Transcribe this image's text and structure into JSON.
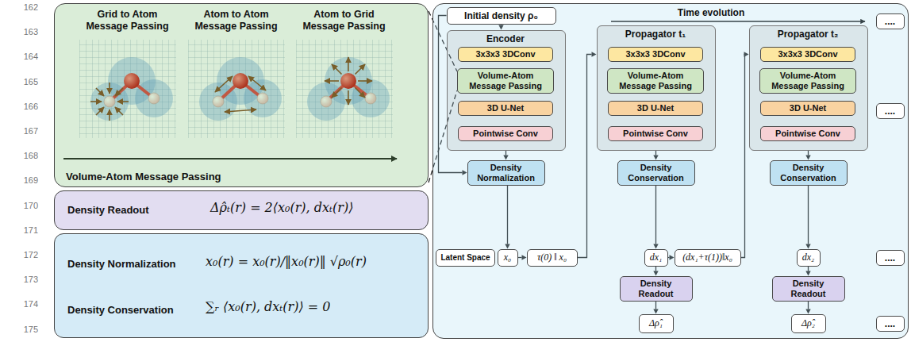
{
  "diagram": {
    "nodes": [
      {
        "text": [
          "Grid to Atom Message Passing",
          "Atom to Atom Message Passing",
          "Atom to Grid Message Passing",
          "Volume-Atom Message Passing"
        ]
      },
      {
        "text": [
          "Density Readout",
          "Δρ̂ₜ(r) = 2⟨x₀(r), dxₜ(r)⟩"
        ]
      },
      {
        "text": [
          "Density Normalization",
          "x₀(r) = x₀(r)/‖x₀(r)‖ √ρ₀(r)",
          "Density Conservation",
          "∑ᵣ ⟨x₀(r), dxₜ(r)⟩ = 0"
        ]
      },
      {
        "text": [
          "Time evolution"
        ]
      },
      {
        "text": [
          "Initial density ρ₀"
        ],
        "in": 3
      },
      {
        "text": [
          "Encoder"
        ],
        "in": 3
      },
      {
        "text": [
          "3x3x3 3DConv"
        ],
        "in": 5
      },
      {
        "text": [
          "Volume-Atom Message Passing"
        ],
        "in": 5
      },
      {
        "text": [
          "3D U-Net"
        ],
        "in": 5
      },
      {
        "text": [
          "Pointwise Conv"
        ],
        "in": 5
      },
      {
        "text": [
          "Density Normalization"
        ],
        "in": 3
      },
      {
        "text": [
          "Propagator t₁"
        ],
        "in": 3
      },
      {
        "text": [
          "3x3x3 3DConv"
        ],
        "in": 11
      },
      {
        "text": [
          "Volume-Atom Message Passing"
        ],
        "in": 11
      },
      {
        "text": [
          "3D U-Net"
        ],
        "in": 11
      },
      {
        "text": [
          "Pointwise Conv"
        ],
        "in": 11
      },
      {
        "text": [
          "Density Conservation"
        ],
        "in": 3
      },
      {
        "text": [
          "Propagator t₂"
        ],
        "in": 3
      },
      {
        "text": [
          "3x3x3 3DConv"
        ],
        "in": 17
      },
      {
        "text": [
          "Volume-Atom Message Passing"
        ],
        "in": 17
      },
      {
        "text": [
          "3D U-Net"
        ],
        "in": 17
      },
      {
        "text": [
          "Pointwise Conv"
        ],
        "in": 17
      },
      {
        "text": [
          "Density Conservation"
        ],
        "in": 3
      },
      {
        "text": [
          "...."
        ],
        "in": 3
      },
      {
        "text": [
          "...."
        ],
        "in": 3
      },
      {
        "text": [
          "Latent Space"
        ],
        "in": 3
      },
      {
        "text": [
          "x₀"
        ],
        "in": 3
      },
      {
        "text": [
          "τ(0) ‖ x₀"
        ],
        "in": 3
      },
      {
        "text": [
          "dx₁"
        ],
        "in": 3
      },
      {
        "text": [
          "(dx₁+τ(1))‖x₀"
        ],
        "in": 3
      },
      {
        "text": [
          "dx₂"
        ],
        "in": 3
      },
      {
        "text": [
          "...."
        ],
        "in": 3
      },
      {
        "text": [
          "Density Readout"
        ],
        "in": 3
      },
      {
        "text": [
          "Δρ̂₁"
        ],
        "in": 3
      },
      {
        "text": [
          "Density Readout"
        ],
        "in": 3
      },
      {
        "text": [
          "Δρ̂₂"
        ],
        "in": 3
      },
      {
        "text": [
          "...."
        ],
        "in": 3
      }
    ],
    "edges": [
      {
        "from": 4,
        "to": 5,
        "arrow": "to"
      },
      {
        "from": 4,
        "to": 10,
        "arrow": "to"
      },
      {
        "from": 5,
        "to": 10,
        "arrow": "to"
      },
      {
        "from": 10,
        "to": 26,
        "arrow": "to"
      },
      {
        "from": 26,
        "to": 27,
        "arrow": "to"
      },
      {
        "from": 27,
        "to": 11,
        "arrow": "to"
      },
      {
        "from": 11,
        "to": 16,
        "arrow": "to"
      },
      {
        "from": 16,
        "to": 28,
        "arrow": "to"
      },
      {
        "from": 28,
        "to": 29,
        "arrow": "to"
      },
      {
        "from": 29,
        "to": 17,
        "arrow": "to"
      },
      {
        "from": 17,
        "to": 22,
        "arrow": "to"
      },
      {
        "from": 22,
        "to": 30,
        "arrow": "to"
      },
      {
        "from": 28,
        "to": 32,
        "arrow": "to"
      },
      {
        "from": 32,
        "to": 33,
        "arrow": "to"
      },
      {
        "from": 30,
        "to": 34,
        "arrow": "to"
      },
      {
        "from": 34,
        "to": 35,
        "arrow": "to"
      },
      {
        "from": 0,
        "to": 7,
        "arrow": "none"
      },
      {
        "from": 0,
        "to": 7,
        "arrow": "none"
      }
    ],
    "labels": [
      "162",
      "163",
      "164",
      "165",
      "166",
      "167",
      "168",
      "169",
      "170",
      "171",
      "172",
      "173",
      "174",
      "175"
    ]
  }
}
